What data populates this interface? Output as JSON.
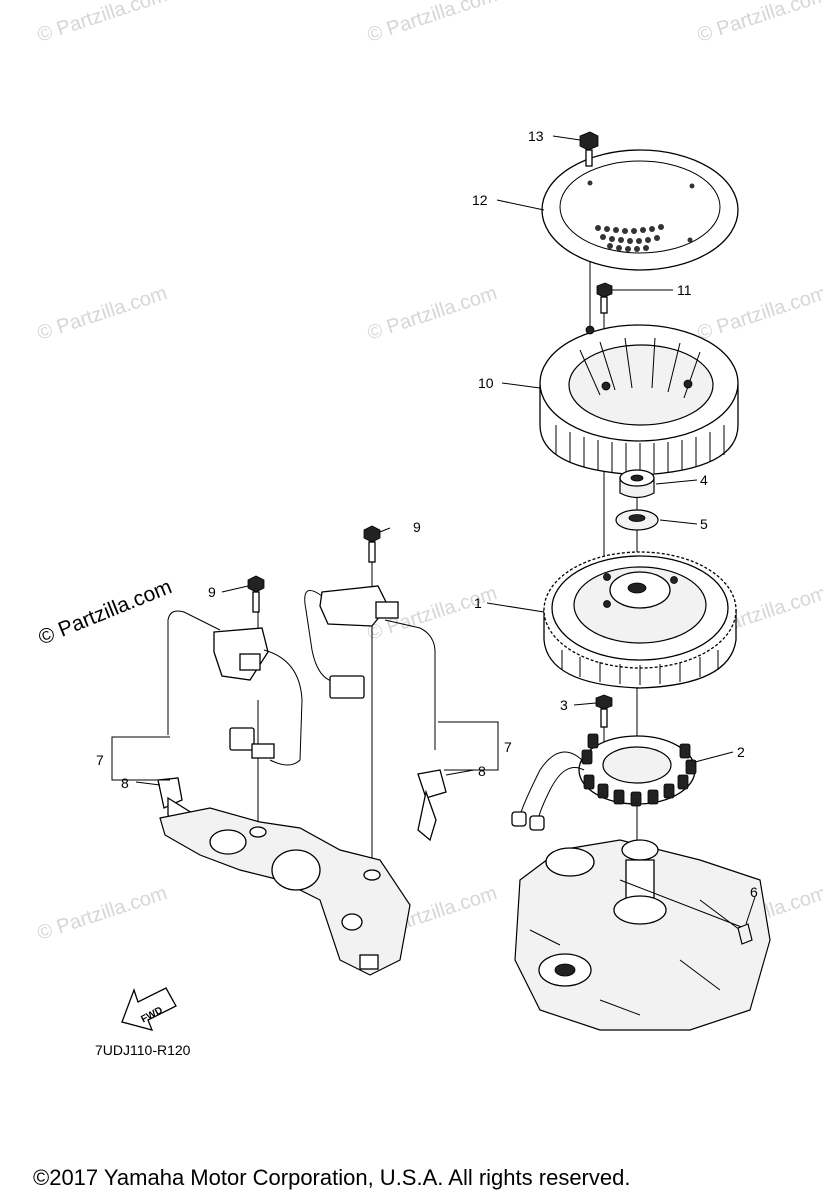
{
  "watermark": {
    "text": "© Partzilla.com"
  },
  "callouts": {
    "c1": "1",
    "c2": "2",
    "c3": "3",
    "c4": "4",
    "c5": "5",
    "c6": "6",
    "c7a": "7",
    "c7b": "7",
    "c8a": "8",
    "c8b": "8",
    "c9a": "9",
    "c9b": "9",
    "c10": "10",
    "c11": "11",
    "c12": "12",
    "c13": "13"
  },
  "fwd_label": "FWD",
  "diagram_code": "7UDJ110-R120",
  "copyright": "©2017  Yamaha Motor Corporation, U.S.A. All rights reserved."
}
